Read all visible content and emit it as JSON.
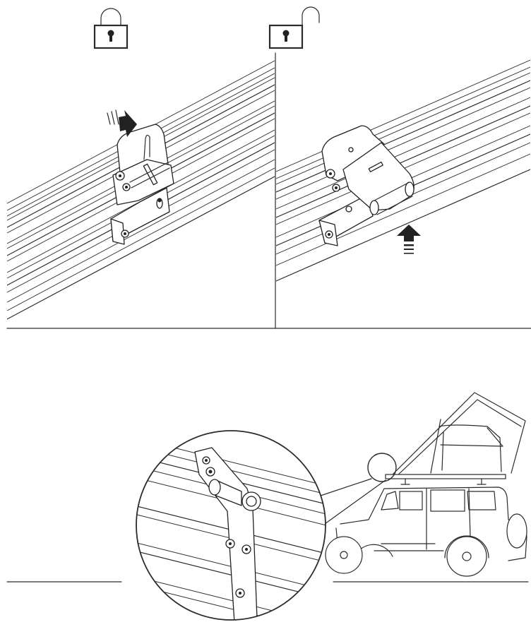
{
  "figure": {
    "panels": [
      {
        "id": "locked",
        "icon": "padlock-closed-icon"
      },
      {
        "id": "unlocked",
        "icon": "padlock-open-icon"
      }
    ],
    "arrows": [
      {
        "id": "push",
        "icon": "arrow-right-icon"
      },
      {
        "id": "lift",
        "icon": "arrow-up-icon"
      }
    ],
    "detail": {
      "icon": "magnifier-callout-icon"
    },
    "vehicle": {
      "icon": "suv-with-rooftop-tent-icon"
    },
    "colors": {
      "line": "#2b2b2b",
      "background": "#ffffff",
      "fill_dark": "#222222"
    }
  }
}
